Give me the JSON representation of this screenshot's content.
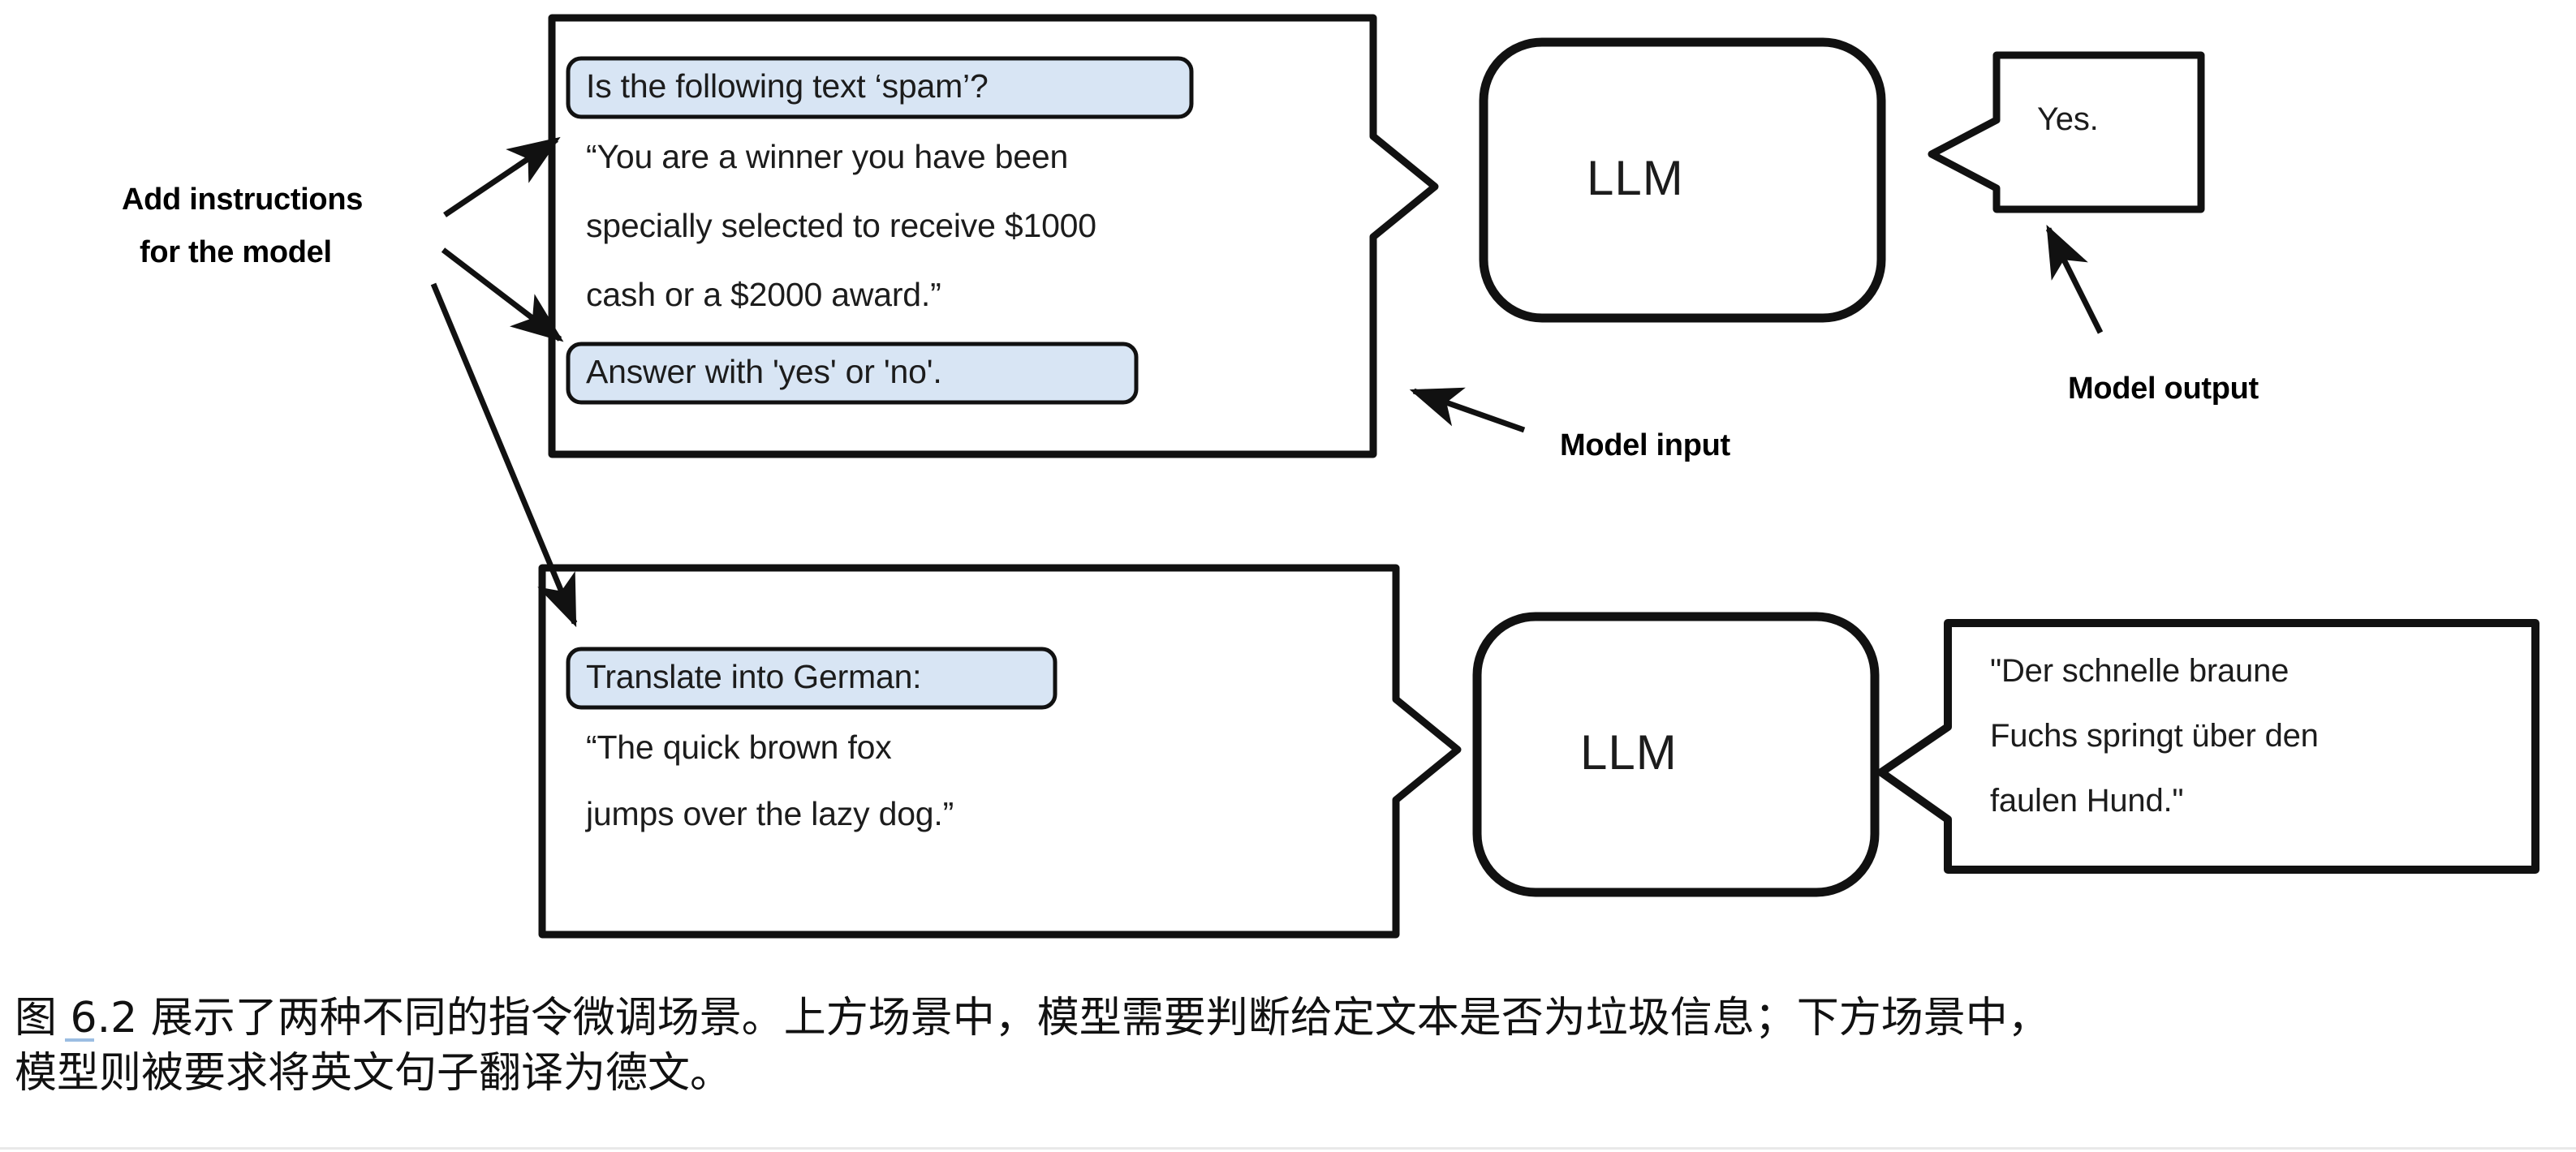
{
  "figure": {
    "id": "figure-6-2",
    "colors": {
      "highlight_fill": "#d8e5f4",
      "stroke": "#111111",
      "text": "#1c1c1c",
      "background": "#ffffff"
    },
    "annotations": {
      "add_instructions_line1": "Add instructions",
      "add_instructions_line2": "for the model",
      "model_input": "Model input",
      "model_output": "Model output"
    },
    "scenarios": [
      {
        "name": "spam-classification",
        "prompt": {
          "instruction_top": "Is the following text ‘spam’?",
          "body_lines": [
            "“You are a winner you have been",
            "specially selected to receive $1000",
            "cash or a $2000 award.”"
          ],
          "instruction_bottom": "Answer with 'yes' or 'no'."
        },
        "model": {
          "label": "LLM"
        },
        "output": {
          "lines": [
            "Yes."
          ]
        }
      },
      {
        "name": "german-translation",
        "prompt": {
          "instruction_top": "Translate into German:",
          "body_lines": [
            "“The quick brown fox",
            "jumps over the lazy dog.”"
          ],
          "instruction_bottom": null
        },
        "model": {
          "label": "LLM"
        },
        "output": {
          "lines": [
            "\"Der schnelle braune",
            "Fuchs springt über den",
            "faulen Hund.\""
          ]
        }
      }
    ],
    "caption": {
      "line1": "图 6.2 展示了两种不同的指令微调场景。上方场景中，模型需要判断给定文本是否为垃圾信息；下方场景中，",
      "line2": "模型则被要求将英文句子翻译为德文。"
    }
  }
}
